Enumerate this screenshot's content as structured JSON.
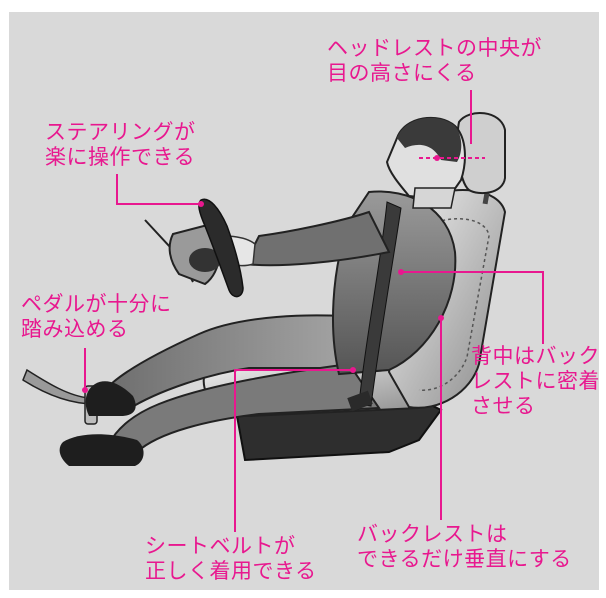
{
  "annotations": {
    "headrest": {
      "line1": "ヘッドレストの中央が",
      "line2": "目の高さにくる"
    },
    "steering": {
      "line1": "ステアリングが",
      "line2": "楽に操作できる"
    },
    "pedal": {
      "line1": "ペダルが十分に",
      "line2": "踏み込める"
    },
    "backrest_contact": {
      "line1": "背中はバック",
      "line2": "レストに密着",
      "line3": "させる"
    },
    "seatbelt": {
      "line1": "シートベルトが",
      "line2": "正しく着用できる"
    },
    "backrest_upright": {
      "line1": "バックレストは",
      "line2": "できるだけ垂直にする"
    }
  },
  "colors": {
    "accent": "#e8188f",
    "background": "#d9d9d9"
  },
  "icons": [
    "driver-illustration",
    "car-seat",
    "headrest",
    "steering-wheel",
    "pedal"
  ]
}
